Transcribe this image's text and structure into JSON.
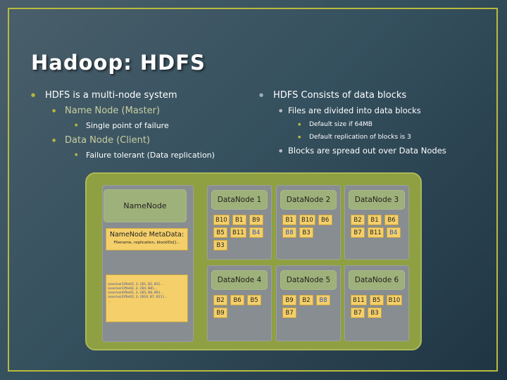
{
  "slide": {
    "title": "Hadoop: HDFS",
    "left_bullets": [
      {
        "level": 1,
        "text": "HDFS is a multi-node system"
      },
      {
        "level": 2,
        "text": "Name Node (Master)"
      },
      {
        "level": 3,
        "text": "Single point of failure"
      },
      {
        "level": 2,
        "text": "Data Node (Client)"
      },
      {
        "level": 3,
        "text": "Failure tolerant (Data replication)"
      }
    ],
    "right_bullets": [
      {
        "level": 1,
        "text": "HDFS Consists of data blocks"
      },
      {
        "level": 2,
        "text": "Files are divided into data blocks"
      },
      {
        "level": 3,
        "text": "Default size if 64MB"
      },
      {
        "level": 3,
        "text": "Default replication of blocks is 3"
      },
      {
        "level": 2,
        "text": "Blocks are spread out over Data Nodes"
      }
    ]
  },
  "diagram": {
    "namenode_label": "NameNode",
    "metadata_title": "NameNode MetaData:",
    "metadata_sub": "Filename, replication, blockIDs[]...",
    "files": [
      "/user/usr1/file01, 3, {B1, B2, B3}...",
      "/user/usr1/file02, 2, {B4, B8}...",
      "/user/usr4/file01, 3, {B5, B6, B9}...",
      "/user/usr2/file02, 3, {B10, B7, B11}..."
    ],
    "files_more": "...",
    "datanodes": [
      {
        "label": "DataNode 1",
        "blocks": [
          {
            "t": "B10"
          },
          {
            "t": "B1",
            "c": "dark"
          },
          {
            "t": "B9"
          },
          {
            "t": "B5"
          },
          {
            "t": "B11"
          },
          {
            "t": "B4",
            "c": "blue"
          },
          {
            "t": "B3",
            "c": "dark"
          }
        ]
      },
      {
        "label": "DataNode 2",
        "blocks": [
          {
            "t": "B1",
            "c": "dark"
          },
          {
            "t": "B10"
          },
          {
            "t": "B6"
          },
          {
            "t": "B8",
            "c": "blue"
          },
          {
            "t": "B3",
            "c": "dark"
          }
        ]
      },
      {
        "label": "DataNode 3",
        "blocks": [
          {
            "t": "B2",
            "c": "dark"
          },
          {
            "t": "B1",
            "c": "dark"
          },
          {
            "t": "B6"
          },
          {
            "t": "B7"
          },
          {
            "t": "B11"
          },
          {
            "t": "B4",
            "c": "blue"
          }
        ]
      },
      {
        "label": "DataNode 4",
        "blocks": [
          {
            "t": "B2",
            "c": "dark"
          },
          {
            "t": "B6"
          },
          {
            "t": "B5"
          },
          {
            "t": "B9"
          }
        ]
      },
      {
        "label": "DataNode 5",
        "blocks": [
          {
            "t": "B9"
          },
          {
            "t": "B2",
            "c": "dark"
          },
          {
            "t": "B8",
            "c": "blue"
          },
          {
            "t": "B7"
          }
        ]
      },
      {
        "label": "DataNode 6",
        "blocks": [
          {
            "t": "B11"
          },
          {
            "t": "B5"
          },
          {
            "t": "B10"
          },
          {
            "t": "B7"
          },
          {
            "t": "B3",
            "c": "dark"
          }
        ]
      }
    ]
  },
  "colors": {
    "accent": "#b5b93a",
    "block_fill": "#f4cf6a",
    "node_green": "#9fb17a",
    "cluster_green": "#8fa042"
  }
}
